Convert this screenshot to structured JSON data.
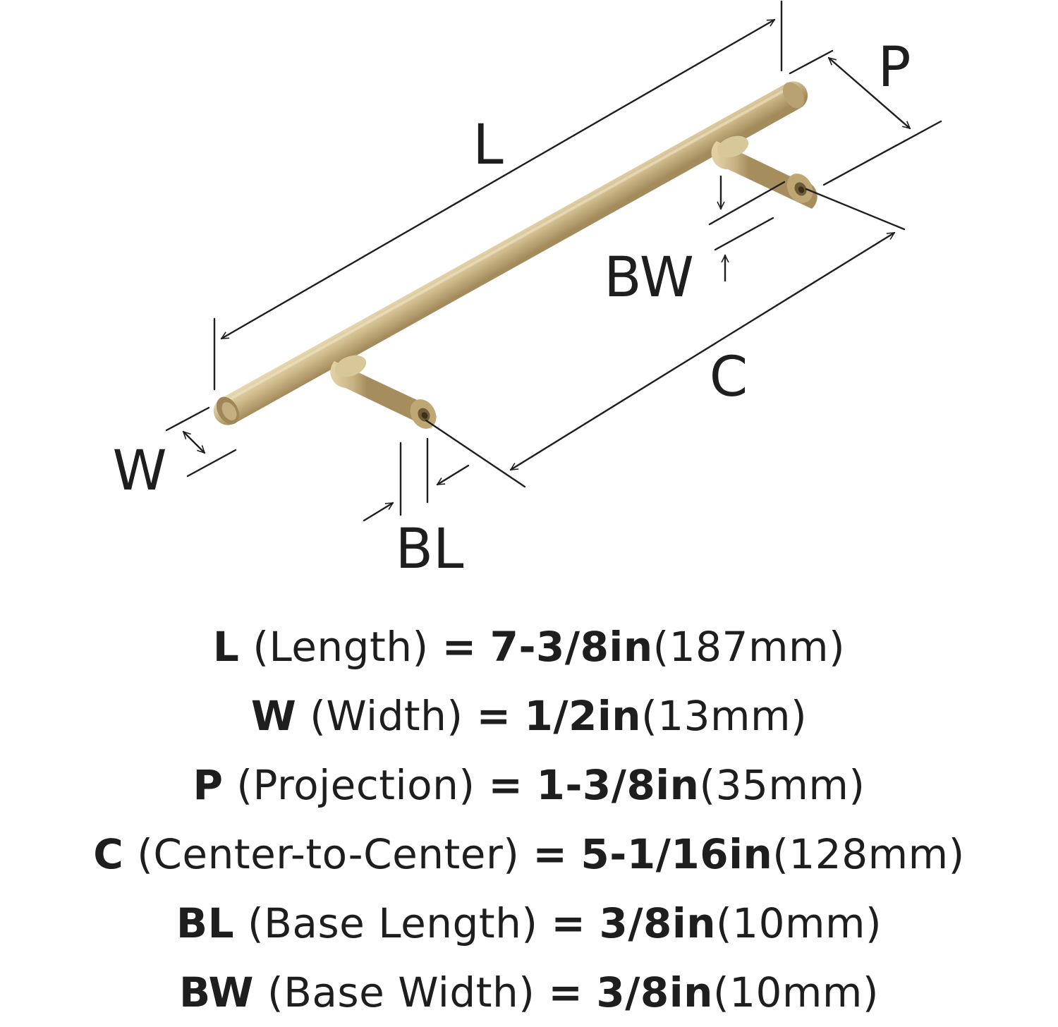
{
  "diagram": {
    "colors": {
      "metal_light": "#e2d2a6",
      "metal_mid": "#c8b283",
      "metal_dark": "#9c8455",
      "line": "#1e1e1e"
    },
    "labels": {
      "L": "L",
      "P": "P",
      "BW": "BW",
      "C": "C",
      "W": "W",
      "BL": "BL"
    }
  },
  "specs": [
    {
      "symbol": "L",
      "name": "(Length)",
      "eq": "=",
      "value": "7-3/8in",
      "metric": "(187mm)"
    },
    {
      "symbol": "W",
      "name": "(Width)",
      "eq": "=",
      "value": "1/2in",
      "metric": "(13mm)"
    },
    {
      "symbol": "P",
      "name": "(Projection)",
      "eq": "=",
      "value": "1-3/8in",
      "metric": "(35mm)"
    },
    {
      "symbol": "C",
      "name": "(Center-to-Center)",
      "eq": "=",
      "value": "5-1/16in",
      "metric": "(128mm)"
    },
    {
      "symbol": "BL",
      "name": "(Base Length)",
      "eq": "=",
      "value": "3/8in",
      "metric": "(10mm)"
    },
    {
      "symbol": "BW",
      "name": "(Base Width)",
      "eq": "=",
      "value": "3/8in",
      "metric": "(10mm)"
    }
  ]
}
